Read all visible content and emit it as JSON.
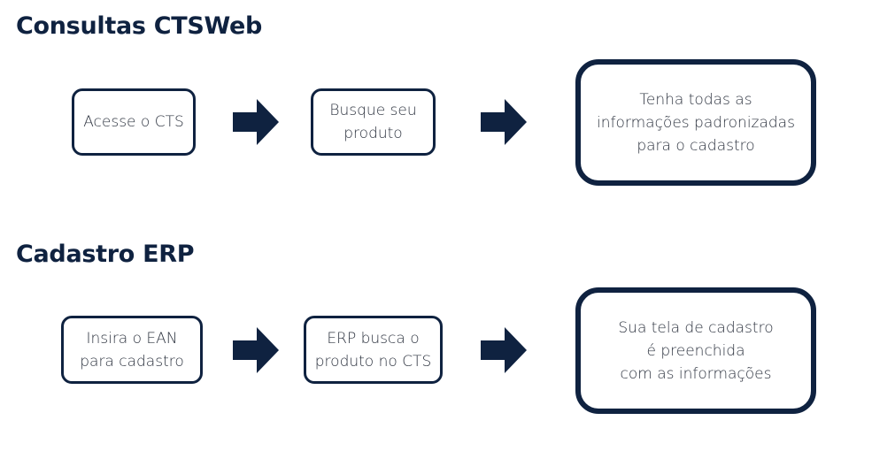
{
  "sections": [
    {
      "title": "Consultas CTSWeb",
      "steps": [
        "Acesse o CTS",
        "Busque seu\nproduto",
        "Tenha todas as\ninformações padronizadas\npara o cadastro"
      ]
    },
    {
      "title": "Cadastro ERP",
      "steps": [
        "Insira o EAN\npara cadastro",
        "ERP busca o\nproduto no CTS",
        "Sua tela de cadastro\né preenchida\ncom as informações"
      ]
    }
  ],
  "colors": {
    "primary": "#0f2240",
    "text": "#2e3440",
    "background": "#ffffff"
  },
  "icons": {
    "connector": "right-arrow-icon"
  }
}
